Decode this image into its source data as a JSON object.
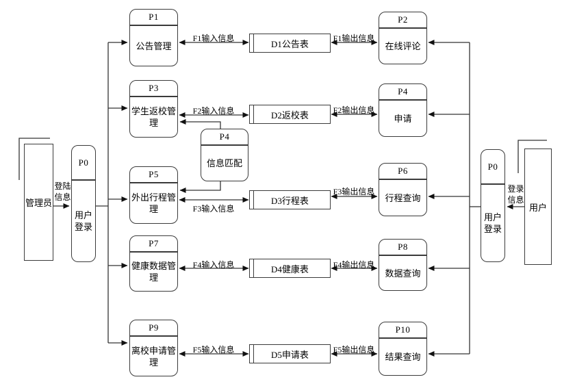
{
  "entities": {
    "admin": "管理员",
    "user": "用户"
  },
  "login": {
    "left": {
      "id": "P0",
      "name_line1": "用户",
      "name_line2": "登录",
      "flow_line1": "登陆",
      "flow_line2": "信息"
    },
    "right": {
      "id": "P0",
      "name_line1": "用户",
      "name_line2": "登录",
      "flow_line1": "登录",
      "flow_line2": "信息"
    }
  },
  "matcher": {
    "id": "P4",
    "label": "信息匹配"
  },
  "rows": [
    {
      "left_id": "P1",
      "left_label": "公告管理",
      "store": "D1公告表",
      "flow_in": "F1输入信息",
      "flow_out": "F1输出信息",
      "right_id": "P2",
      "right_label": "在线评论"
    },
    {
      "left_id": "P3",
      "left_label": "学生返校管理",
      "store": "D2返校表",
      "flow_in": "F2输入信息",
      "flow_out": "F2输出信息",
      "right_id": "P4",
      "right_label": "申请"
    },
    {
      "left_id": "P5",
      "left_label": "外出行程管理",
      "store": "D3行程表",
      "flow_in": "F3输入信息",
      "flow_out": "F3输出信息",
      "right_id": "P6",
      "right_label": "行程查询"
    },
    {
      "left_id": "P7",
      "left_label": "健康数据管理",
      "store": "D4健康表",
      "flow_in": "F4输入信息",
      "flow_out": "F4输出信息",
      "right_id": "P8",
      "right_label": "数据查询"
    },
    {
      "left_id": "P9",
      "left_label": "离校申请管理",
      "store": "D5申请表",
      "flow_in": "F5输入信息",
      "flow_out": "F5输出信息",
      "right_id": "P10",
      "right_label": "结果查询"
    }
  ],
  "colors": {
    "line": "#333333",
    "arrow": "#111111",
    "text": "#000000",
    "background": "#ffffff"
  }
}
